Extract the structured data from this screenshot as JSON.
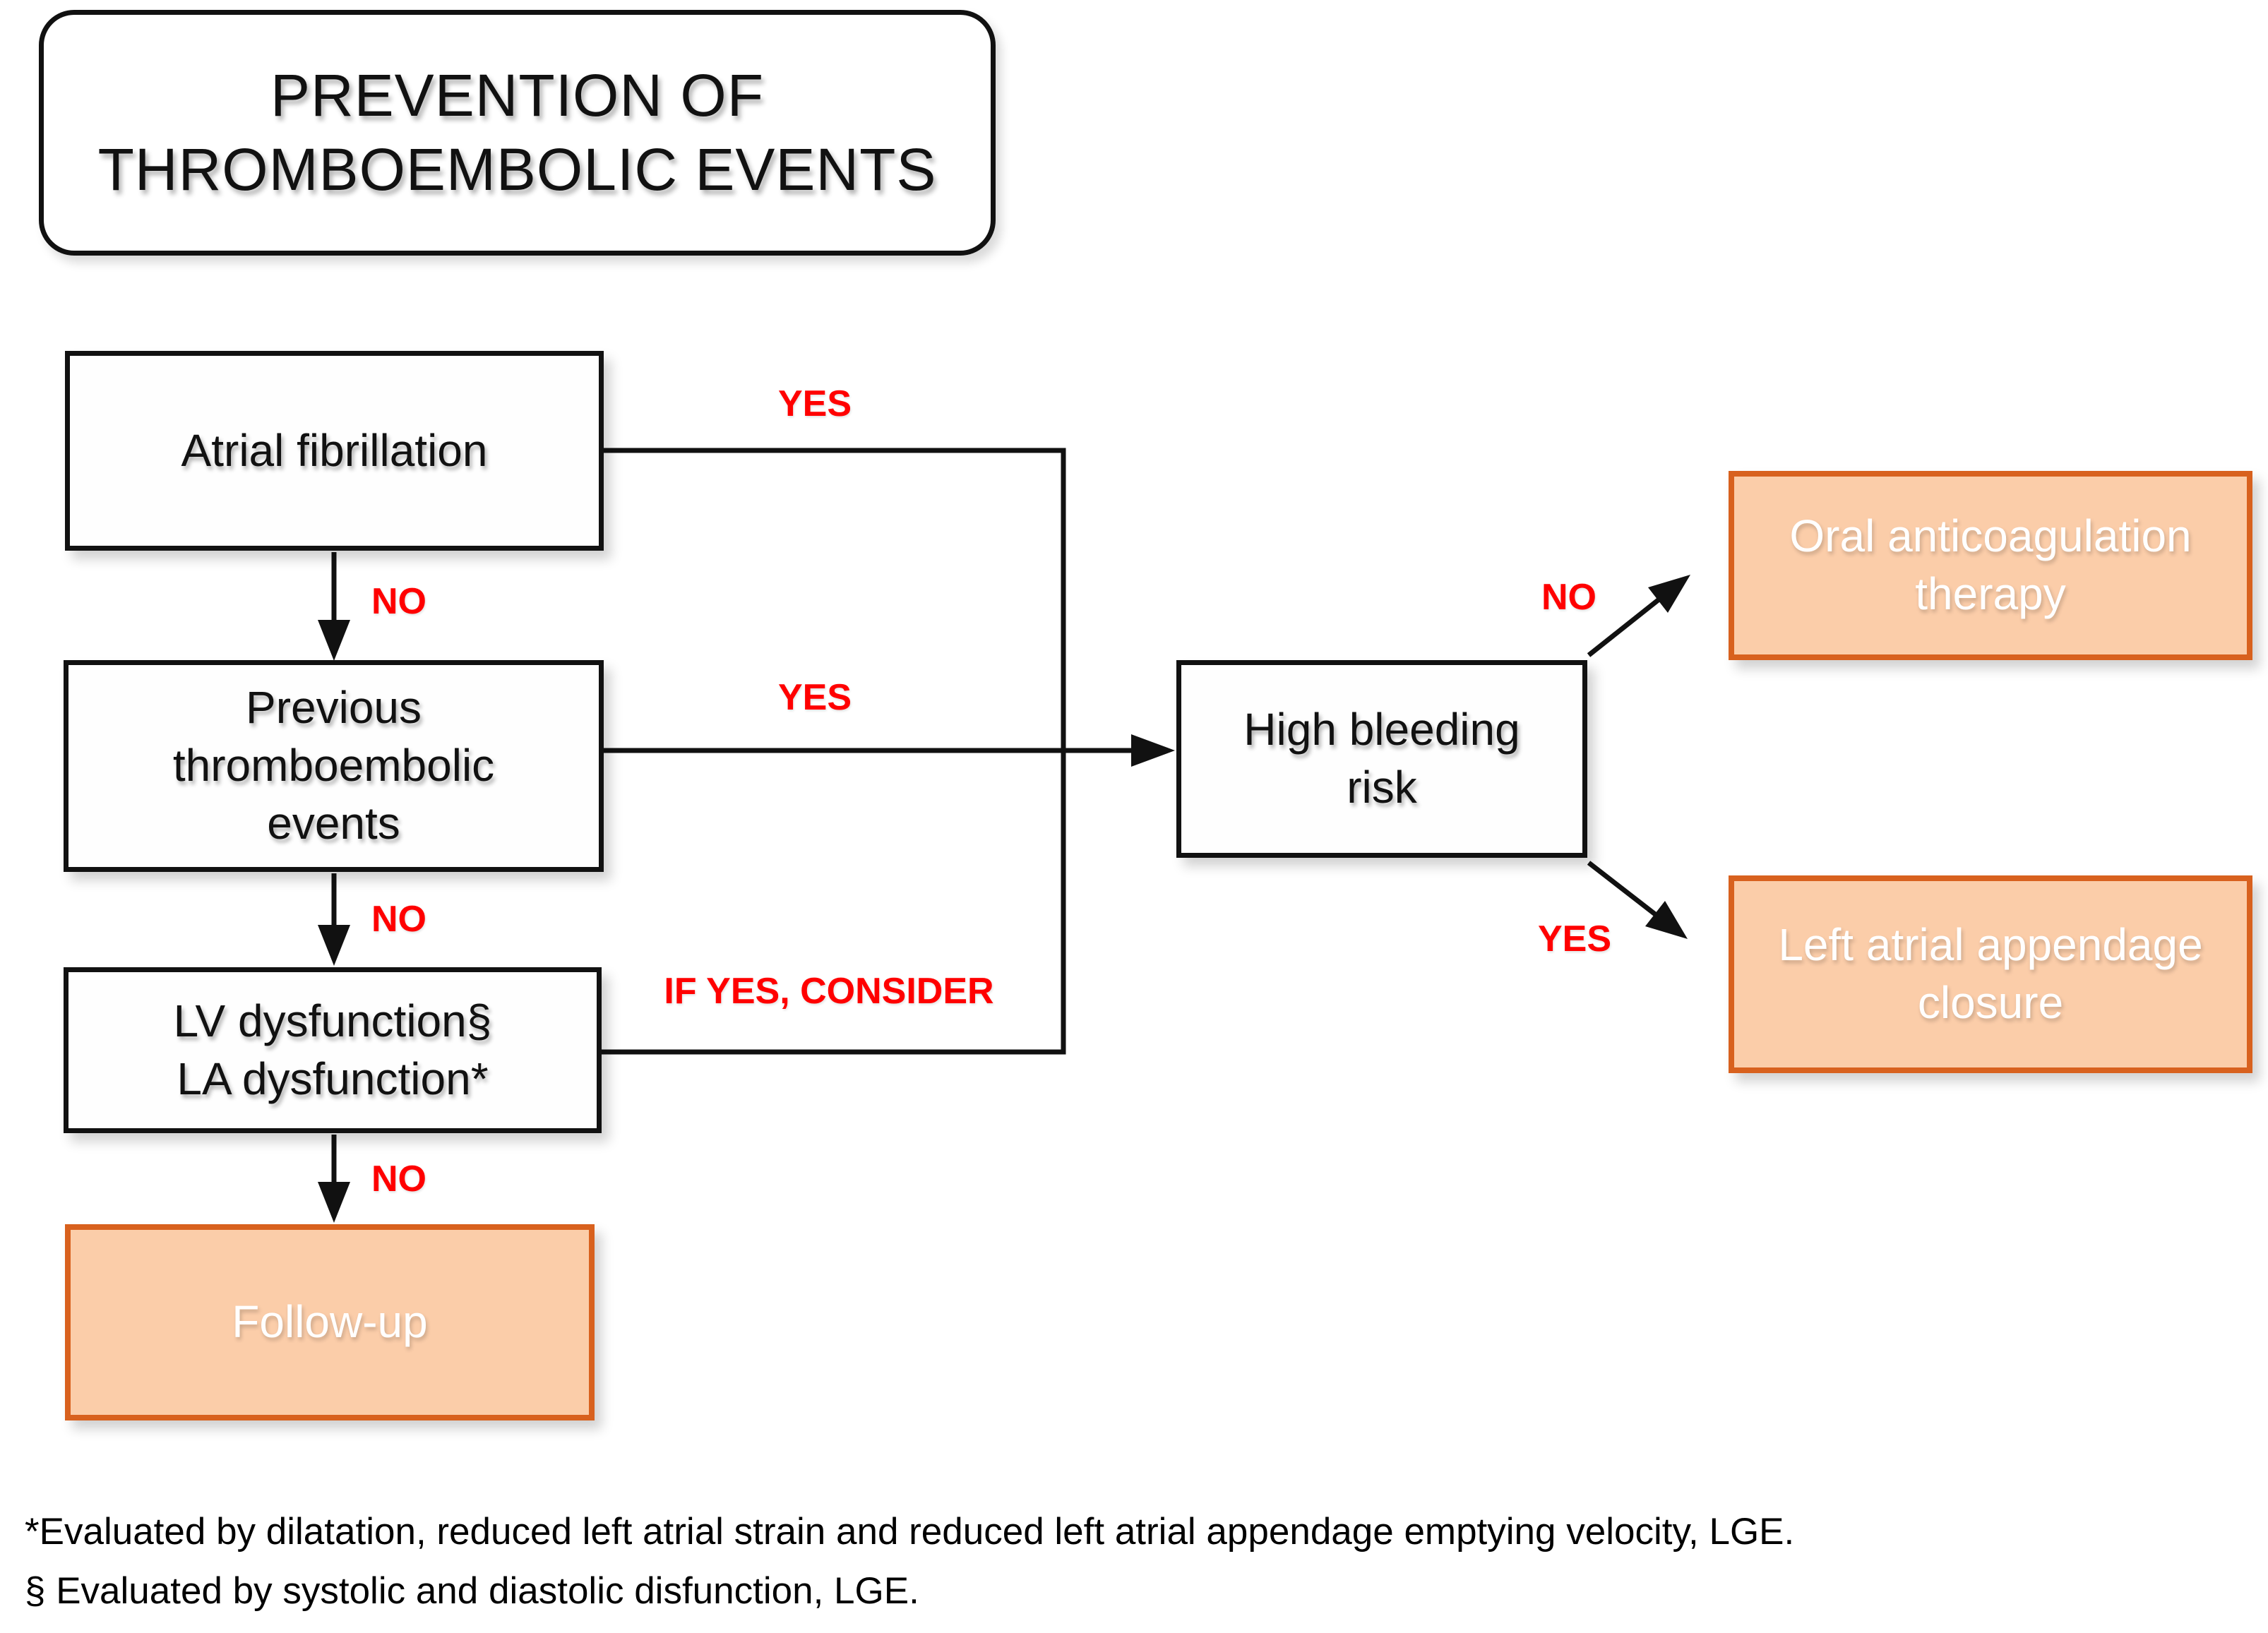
{
  "diagram_type": "flowchart",
  "title": {
    "line1": "PREVENTION OF",
    "line2": "THROMBOEMBOLIC EVENTS"
  },
  "nodes": {
    "atrial_fibrillation": {
      "label": "Atrial fibrillation"
    },
    "previous_te": {
      "line1": "Previous",
      "line2": "thromboembolic",
      "line3": "events"
    },
    "lv_la_dysfunction": {
      "line1": "LV dysfunction§",
      "line2": "LA dysfunction*"
    },
    "follow_up": {
      "label": "Follow-up"
    },
    "high_bleeding_risk": {
      "line1": "High bleeding",
      "line2": "risk"
    },
    "oral_anticoagulation": {
      "line1": "Oral anticoagulation",
      "line2": "therapy"
    },
    "laa_closure": {
      "line1": "Left atrial appendage",
      "line2": "closure"
    }
  },
  "edge_labels": {
    "af_yes": "YES",
    "prev_yes": "YES",
    "lv_if_yes": "IF YES, CONSIDER",
    "af_no": "NO",
    "prev_no": "NO",
    "lv_no": "NO",
    "hb_no": "NO",
    "hb_yes": "YES"
  },
  "footnotes": {
    "line1": "*Evaluated by dilatation, reduced left atrial strain and reduced left atrial appendage emptying velocity, LGE.",
    "line2": "§ Evaluated by systolic and diastolic disfunction, LGE."
  },
  "colors": {
    "ink": "#111111",
    "red": "#ff0000",
    "orange_fill": "#fbcda9",
    "orange_border": "#d8611e",
    "white": "#ffffff"
  }
}
